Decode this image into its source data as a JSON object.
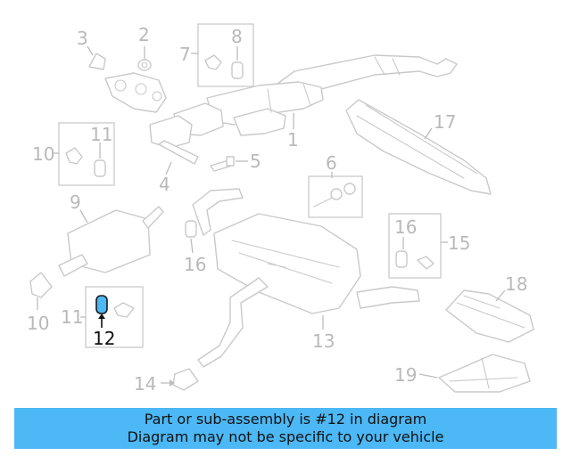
{
  "diagram": {
    "callouts": [
      "1",
      "2",
      "3",
      "4",
      "5",
      "6",
      "7",
      "8",
      "9",
      "10",
      "10",
      "11",
      "11",
      "12",
      "13",
      "14",
      "15",
      "16",
      "16",
      "17",
      "18",
      "19"
    ],
    "highlight_callout": "12",
    "highlight_color": "#4cb8f5"
  },
  "banner": {
    "line1": "Part or sub-assembly is #12 in diagram",
    "line2": "Diagram may not be specific to your vehicle",
    "background": "#4cb8f5"
  }
}
